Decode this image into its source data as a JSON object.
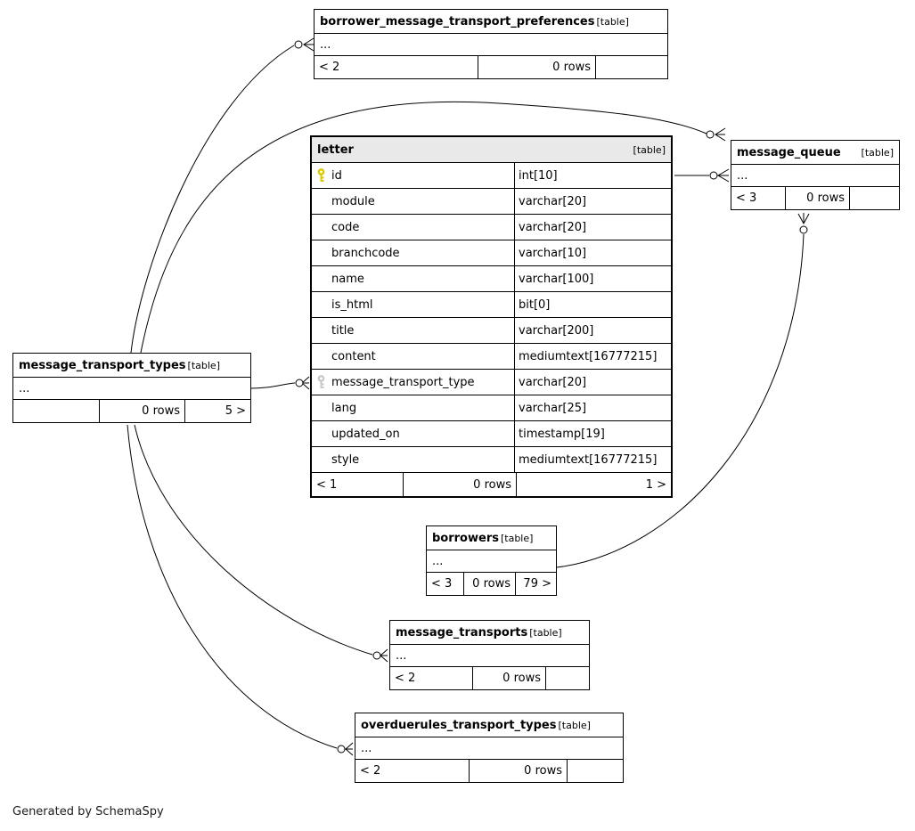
{
  "meta": {
    "generated_by": "Generated by SchemaSpy"
  },
  "colors": {
    "primary_key": "#ddc800",
    "foreign_key": "#c9c9c9",
    "focus_header_bg": "#e9e9e9",
    "border": "#000000"
  },
  "tables": {
    "borrower_message_transport_preferences": {
      "name": "borrower_message_transport_preferences",
      "type_label": "[table]",
      "ellipsis": "...",
      "footer": {
        "left": "< 2",
        "mid": "0 rows",
        "right": ""
      }
    },
    "message_queue": {
      "name": "message_queue",
      "type_label": "[table]",
      "ellipsis": "...",
      "footer": {
        "left": "< 3",
        "mid": "0 rows",
        "right": ""
      }
    },
    "letter": {
      "name": "letter",
      "type_label": "[table]",
      "columns": [
        {
          "name": "id",
          "type": "int[10]",
          "key": "primary"
        },
        {
          "name": "module",
          "type": "varchar[20]",
          "key": ""
        },
        {
          "name": "code",
          "type": "varchar[20]",
          "key": ""
        },
        {
          "name": "branchcode",
          "type": "varchar[10]",
          "key": ""
        },
        {
          "name": "name",
          "type": "varchar[100]",
          "key": ""
        },
        {
          "name": "is_html",
          "type": "bit[0]",
          "key": ""
        },
        {
          "name": "title",
          "type": "varchar[200]",
          "key": ""
        },
        {
          "name": "content",
          "type": "mediumtext[16777215]",
          "key": ""
        },
        {
          "name": "message_transport_type",
          "type": "varchar[20]",
          "key": "foreign"
        },
        {
          "name": "lang",
          "type": "varchar[25]",
          "key": ""
        },
        {
          "name": "updated_on",
          "type": "timestamp[19]",
          "key": ""
        },
        {
          "name": "style",
          "type": "mediumtext[16777215]",
          "key": ""
        }
      ],
      "footer": {
        "left": "< 1",
        "mid": "0 rows",
        "right": "1 >"
      }
    },
    "message_transport_types": {
      "name": "message_transport_types",
      "type_label": "[table]",
      "ellipsis": "...",
      "footer": {
        "left": "",
        "mid": "0 rows",
        "right": "5 >"
      }
    },
    "borrowers": {
      "name": "borrowers",
      "type_label": "[table]",
      "ellipsis": "...",
      "footer": {
        "left": "< 3",
        "mid": "0 rows",
        "right": "79 >"
      }
    },
    "message_transports": {
      "name": "message_transports",
      "type_label": "[table]",
      "ellipsis": "...",
      "footer": {
        "left": "< 2",
        "mid": "0 rows",
        "right": ""
      }
    },
    "overduerules_transport_types": {
      "name": "overduerules_transport_types",
      "type_label": "[table]",
      "ellipsis": "...",
      "footer": {
        "left": "< 2",
        "mid": "0 rows",
        "right": ""
      }
    }
  }
}
